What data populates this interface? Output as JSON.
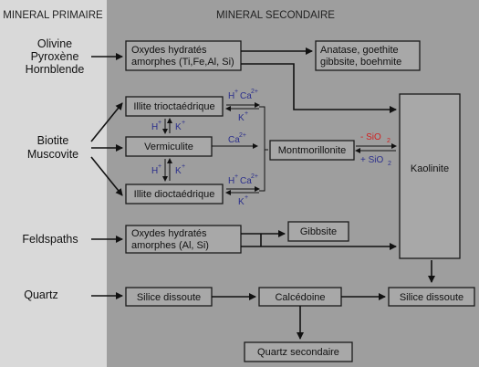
{
  "headers": {
    "primary": "MINERAL PRIMAIRE",
    "secondary": "MINERAL SECONDAIRE"
  },
  "primary_minerals": {
    "group1": [
      "Olivine",
      "Pyroxène",
      "Hornblende"
    ],
    "group2": [
      "Biotite",
      "Muscovite"
    ],
    "group3": "Feldspaths",
    "group4": "Quartz"
  },
  "boxes": {
    "oxydes_ti": [
      "Oxydes hydratés",
      "amorphes (Ti,Fe,Al, Si)"
    ],
    "anatase": [
      "Anatase, goethite",
      "gibbsite, boehmite"
    ],
    "illite_tri": "Illite trioctaédrique",
    "vermiculite": "Vermiculite",
    "illite_di": "Illite dioctaédrique",
    "montmorillonite": "Montmorillonite",
    "kaolinite": "Kaolinite",
    "oxydes_al": [
      "Oxydes hydratés",
      "amorphes (Al, Si)"
    ],
    "gibbsite": "Gibbsite",
    "silice_1": "Silice dissoute",
    "calcedoine": "Calcédoine",
    "silice_2": "Silice dissoute",
    "quartz_sec": "Quartz secondaire"
  },
  "ions": {
    "h": "H",
    "ca": "Ca",
    "k": "K",
    "plus": "+",
    "two_plus": "2+",
    "minus_sio2": "- SiO",
    "plus_sio2": "+ SiO",
    "sub2": "2"
  },
  "colors": {
    "left_panel": "#d9d9d9",
    "right_panel": "#9e9e9e",
    "box_fill": "#a8a8a8",
    "ion_blue": "#2b2f8c",
    "ion_red": "#d01f1f"
  }
}
